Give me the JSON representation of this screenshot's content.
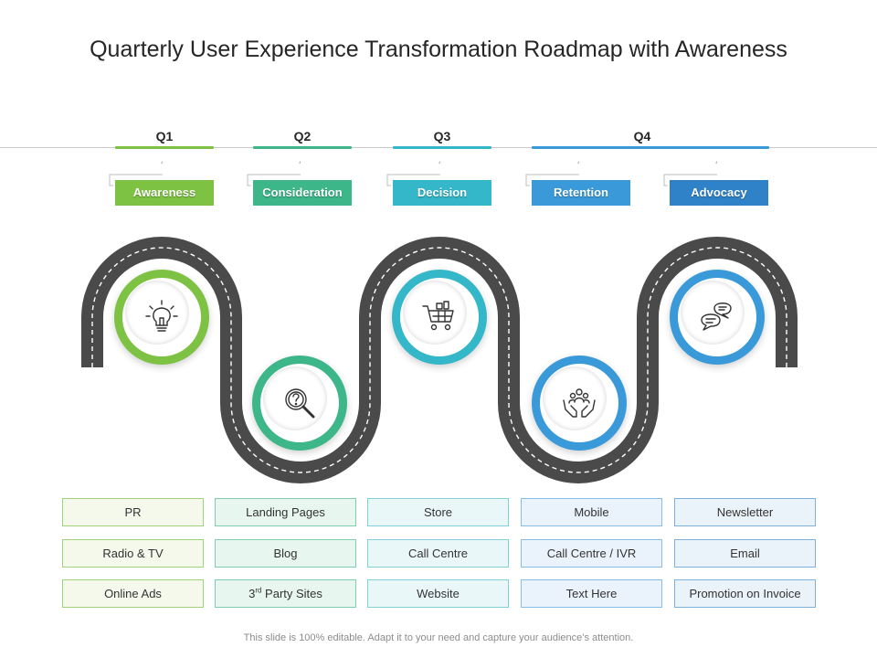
{
  "title": "Quarterly User Experience Transformation Roadmap with Awareness",
  "quarters": [
    "Q1",
    "Q2",
    "Q3",
    "Q4"
  ],
  "stages": [
    {
      "label": "Awareness",
      "color": "#7dc242"
    },
    {
      "label": "Consideration",
      "color": "#3db68a"
    },
    {
      "label": "Decision",
      "color": "#34b7c8"
    },
    {
      "label": "Retention",
      "color": "#3a9ad9"
    },
    {
      "label": "Advocacy",
      "color": "#2f82c8"
    }
  ],
  "stage_icons": [
    "light-bulb",
    "magnifier-question",
    "shopping-cart",
    "hands-people",
    "speech-bubbles"
  ],
  "table": {
    "columns": [
      [
        "PR",
        "Radio & TV",
        "Online Ads"
      ],
      [
        "Landing Pages",
        "Blog",
        "3rd Party Sites"
      ],
      [
        "Store",
        "Call Centre",
        "Website"
      ],
      [
        "Mobile",
        "Call Centre / IVR",
        "Text Here"
      ],
      [
        "Newsletter",
        "Email",
        "Promotion on Invoice"
      ]
    ]
  },
  "footer": "This slide is 100% editable. Adapt it to your need and capture your audience’s attention."
}
